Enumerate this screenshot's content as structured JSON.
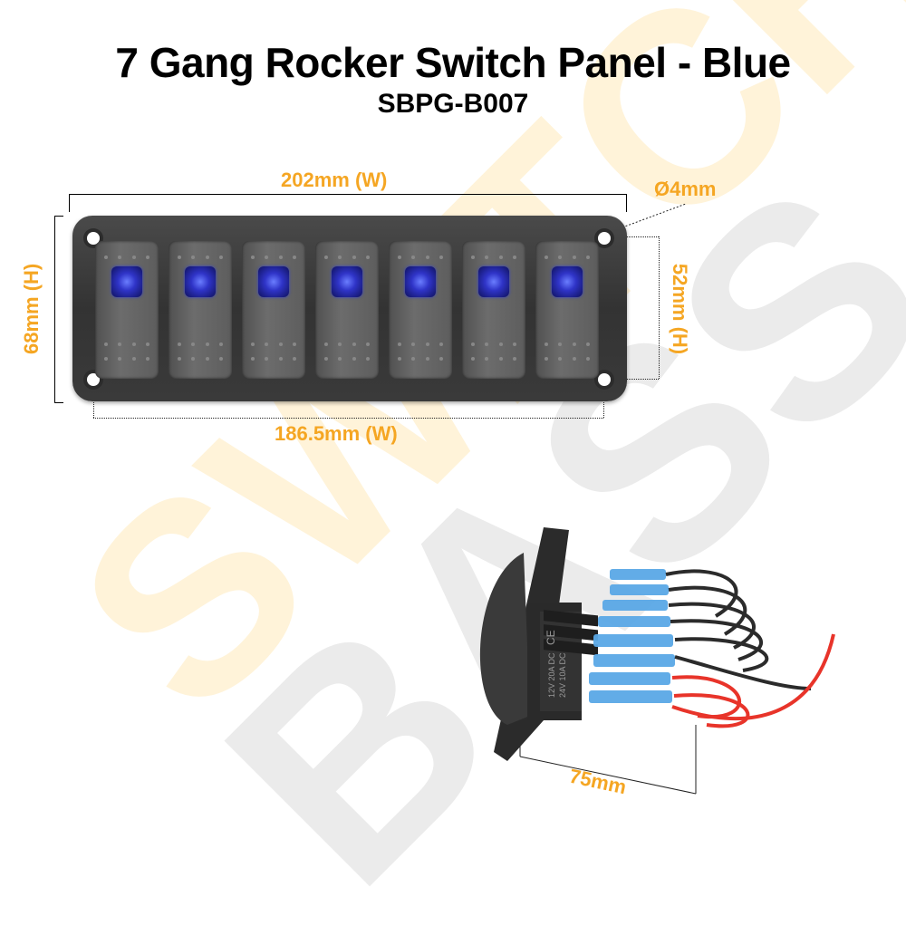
{
  "watermark": {
    "top_text": "SWITCH",
    "bottom_text": "BASS"
  },
  "header": {
    "title": "7 Gang Rocker Switch Panel - Blue",
    "model": "SBPG-B007"
  },
  "dimensions": {
    "overall_width": "202mm (W)",
    "overall_height": "68mm (H)",
    "hole_diameter": "Ø4mm",
    "hole_spacing_height": "52mm (H)",
    "hole_spacing_width": "186.5mm (W)",
    "depth": "75mm"
  },
  "product": {
    "switch_count": 7,
    "led_color": "#3a3fe0",
    "panel_color": "#3a3a3a",
    "switch_label_lines": [
      "CE",
      "12V 20A DC",
      "24V 10A DC"
    ]
  },
  "colors": {
    "dimension_text": "#f5a623",
    "title_text": "#000000"
  }
}
